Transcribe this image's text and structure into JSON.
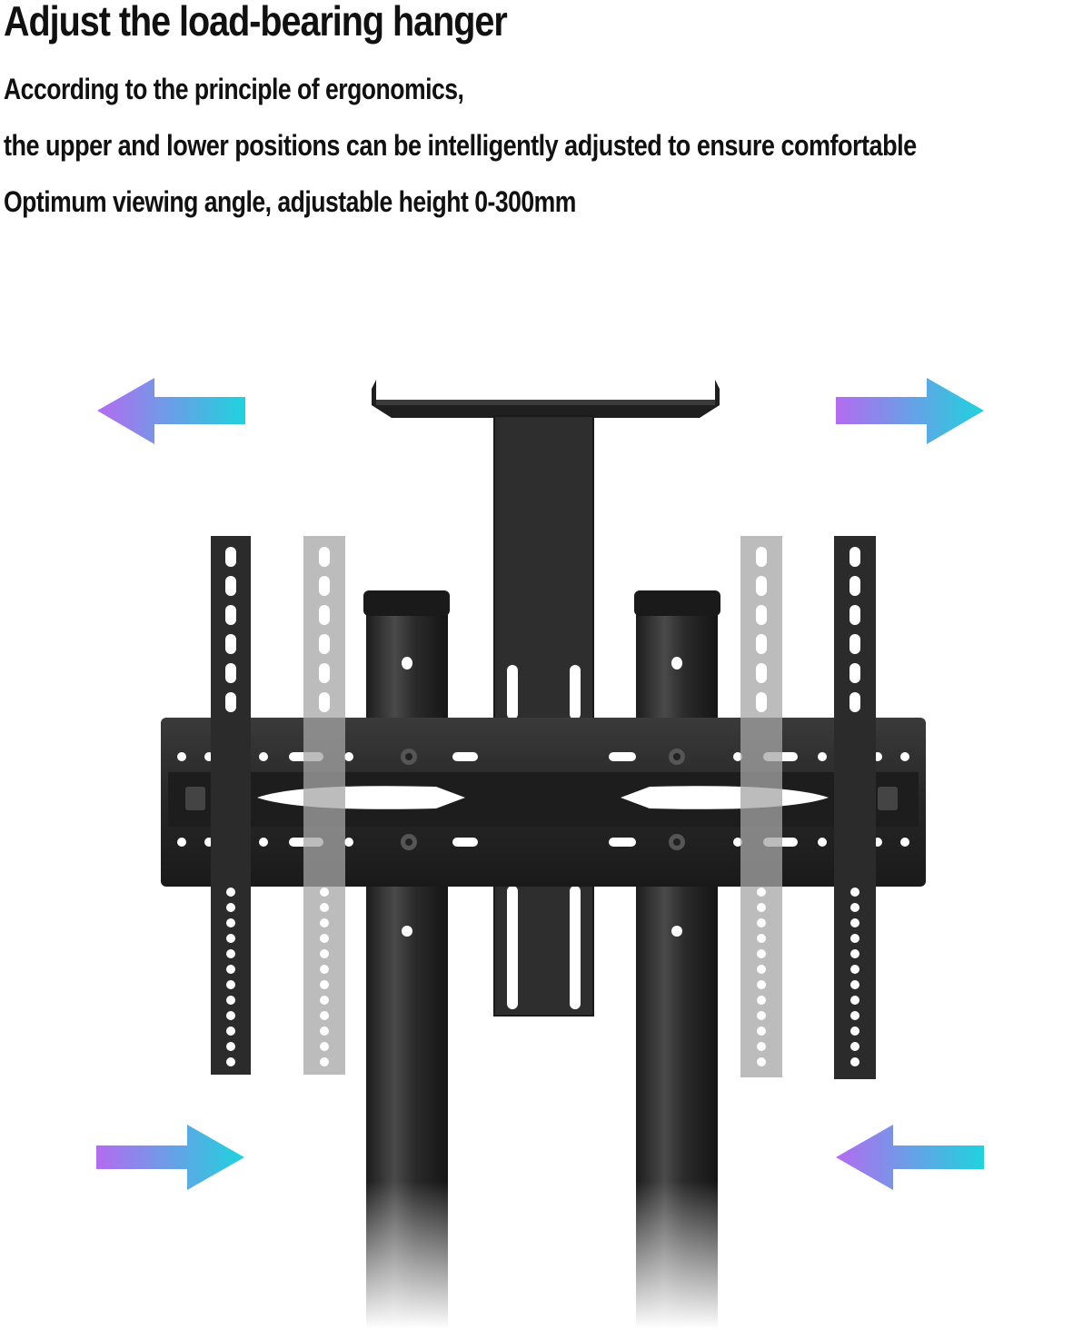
{
  "heading": "Adjust the load-bearing hanger",
  "description": [
    "According to the principle of ergonomics,",
    "the upper and lower positions can be intelligently adjusted to ensure comfortable",
    "Optimum viewing angle, adjustable height 0-300mm"
  ],
  "colors": {
    "text": "#111111",
    "metal": "#2b2b2b",
    "metal_ghost": "#a6a6a6",
    "arrow_purple": "#b46bf0",
    "arrow_cyan": "#1ed3dd"
  },
  "icons": [
    "arrow-left-icon",
    "arrow-right-icon"
  ]
}
